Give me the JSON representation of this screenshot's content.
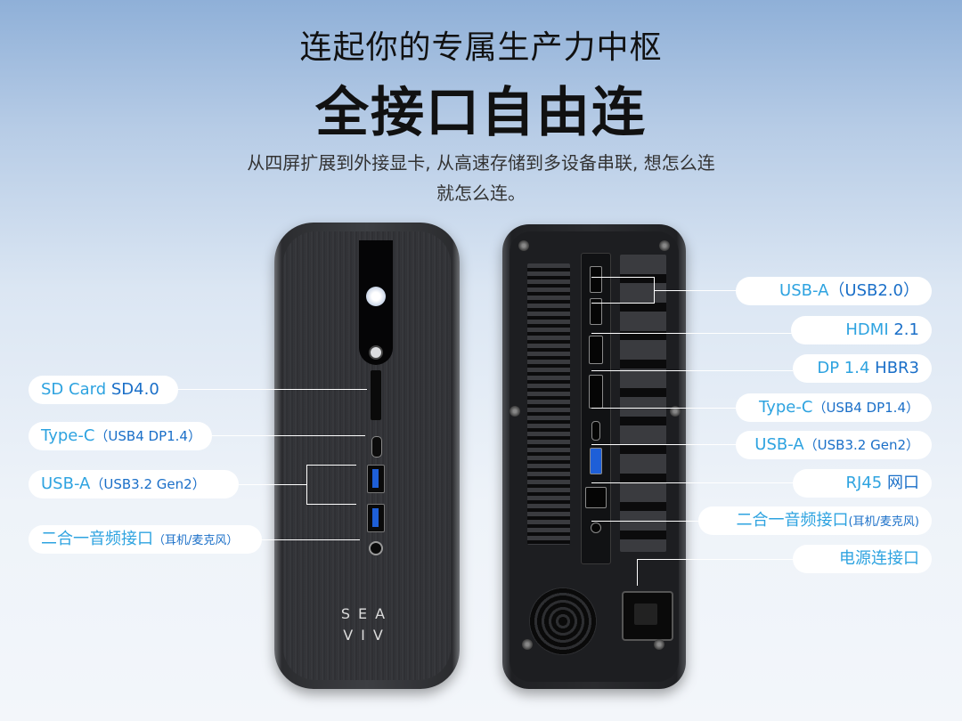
{
  "header": {
    "line1": "连起你的专属生产力中枢",
    "line2": "全接口自由连",
    "sub1": "从四屏扩展到外接显卡, 从高速存储到多设备串联, 想怎么连",
    "sub2": "就怎么连。"
  },
  "front_logo": {
    "line1": "SEA",
    "line2": "VIV"
  },
  "left_labels": {
    "sd": {
      "main": "SD Card",
      "spec": "SD4.0"
    },
    "typec": {
      "main": "Type-C",
      "spec": "（USB4 DP1.4）"
    },
    "usba": {
      "main": "USB-A",
      "spec": "（USB3.2 Gen2）"
    },
    "audio": {
      "main": "二合一音频接口",
      "spec": "（耳机/麦克风）"
    }
  },
  "right_labels": {
    "usb2": {
      "main": "USB-A",
      "spec": "（USB2.0）"
    },
    "hdmi": {
      "main": "HDMI",
      "spec": "2.1"
    },
    "dp": {
      "main": "DP 1.4",
      "spec": "HBR3"
    },
    "typec": {
      "main": "Type-C",
      "spec": "（USB4 DP1.4）"
    },
    "usba": {
      "main": "USB-A",
      "spec": "（USB3.2 Gen2）"
    },
    "rj45": {
      "main": "RJ45",
      "spec": "网口"
    },
    "audio": {
      "main": "二合一音频接口",
      "spec": "(耳机/麦克风)"
    },
    "power": {
      "main": "电源连接口",
      "spec": ""
    }
  }
}
